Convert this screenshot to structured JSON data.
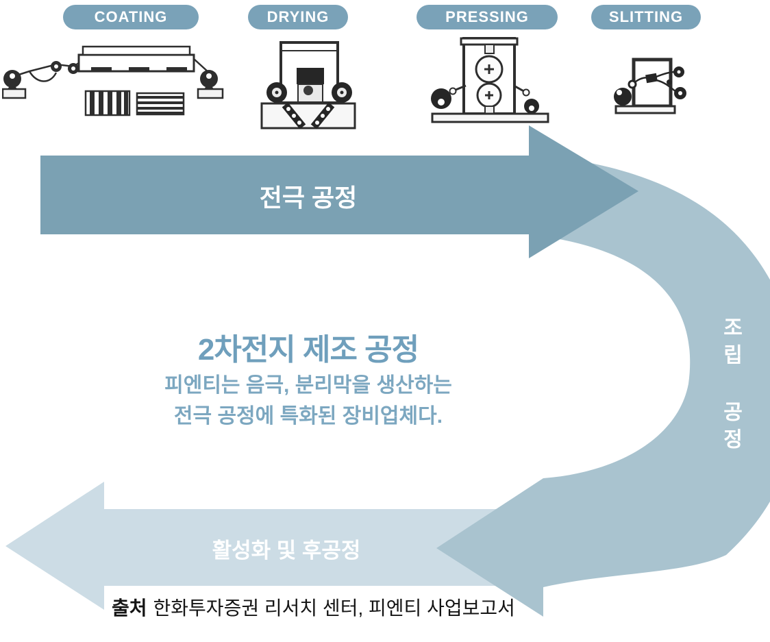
{
  "stages": [
    {
      "label": "COATING"
    },
    {
      "label": "DRYING"
    },
    {
      "label": "PRESSING"
    },
    {
      "label": "SLITTING"
    }
  ],
  "flow": {
    "electrode_label": "전극 공정",
    "assembly_label": "조립 공정",
    "activation_label": "활성화 및 후공정"
  },
  "center": {
    "title": "2차전지 제조 공정",
    "subtitle_line1": "피엔티는 음극, 분리막을 생산하는",
    "subtitle_line2": "전극 공정에 특화된 장비업체다."
  },
  "source": {
    "prefix": "출처",
    "text": "한화투자증권 리서치 센터, 피엔티 사업보고서"
  },
  "colors": {
    "stage_badge": "#7aa2b8",
    "electrode_arrow": "#7ba1b3",
    "assembly_band": "#a9c3cf",
    "activation_arrow": "#ccdce5",
    "title_text": "#6f9fbc",
    "subtitle_text": "#7ca7c0",
    "label_text": "#ffffff",
    "source_text": "#141414"
  }
}
